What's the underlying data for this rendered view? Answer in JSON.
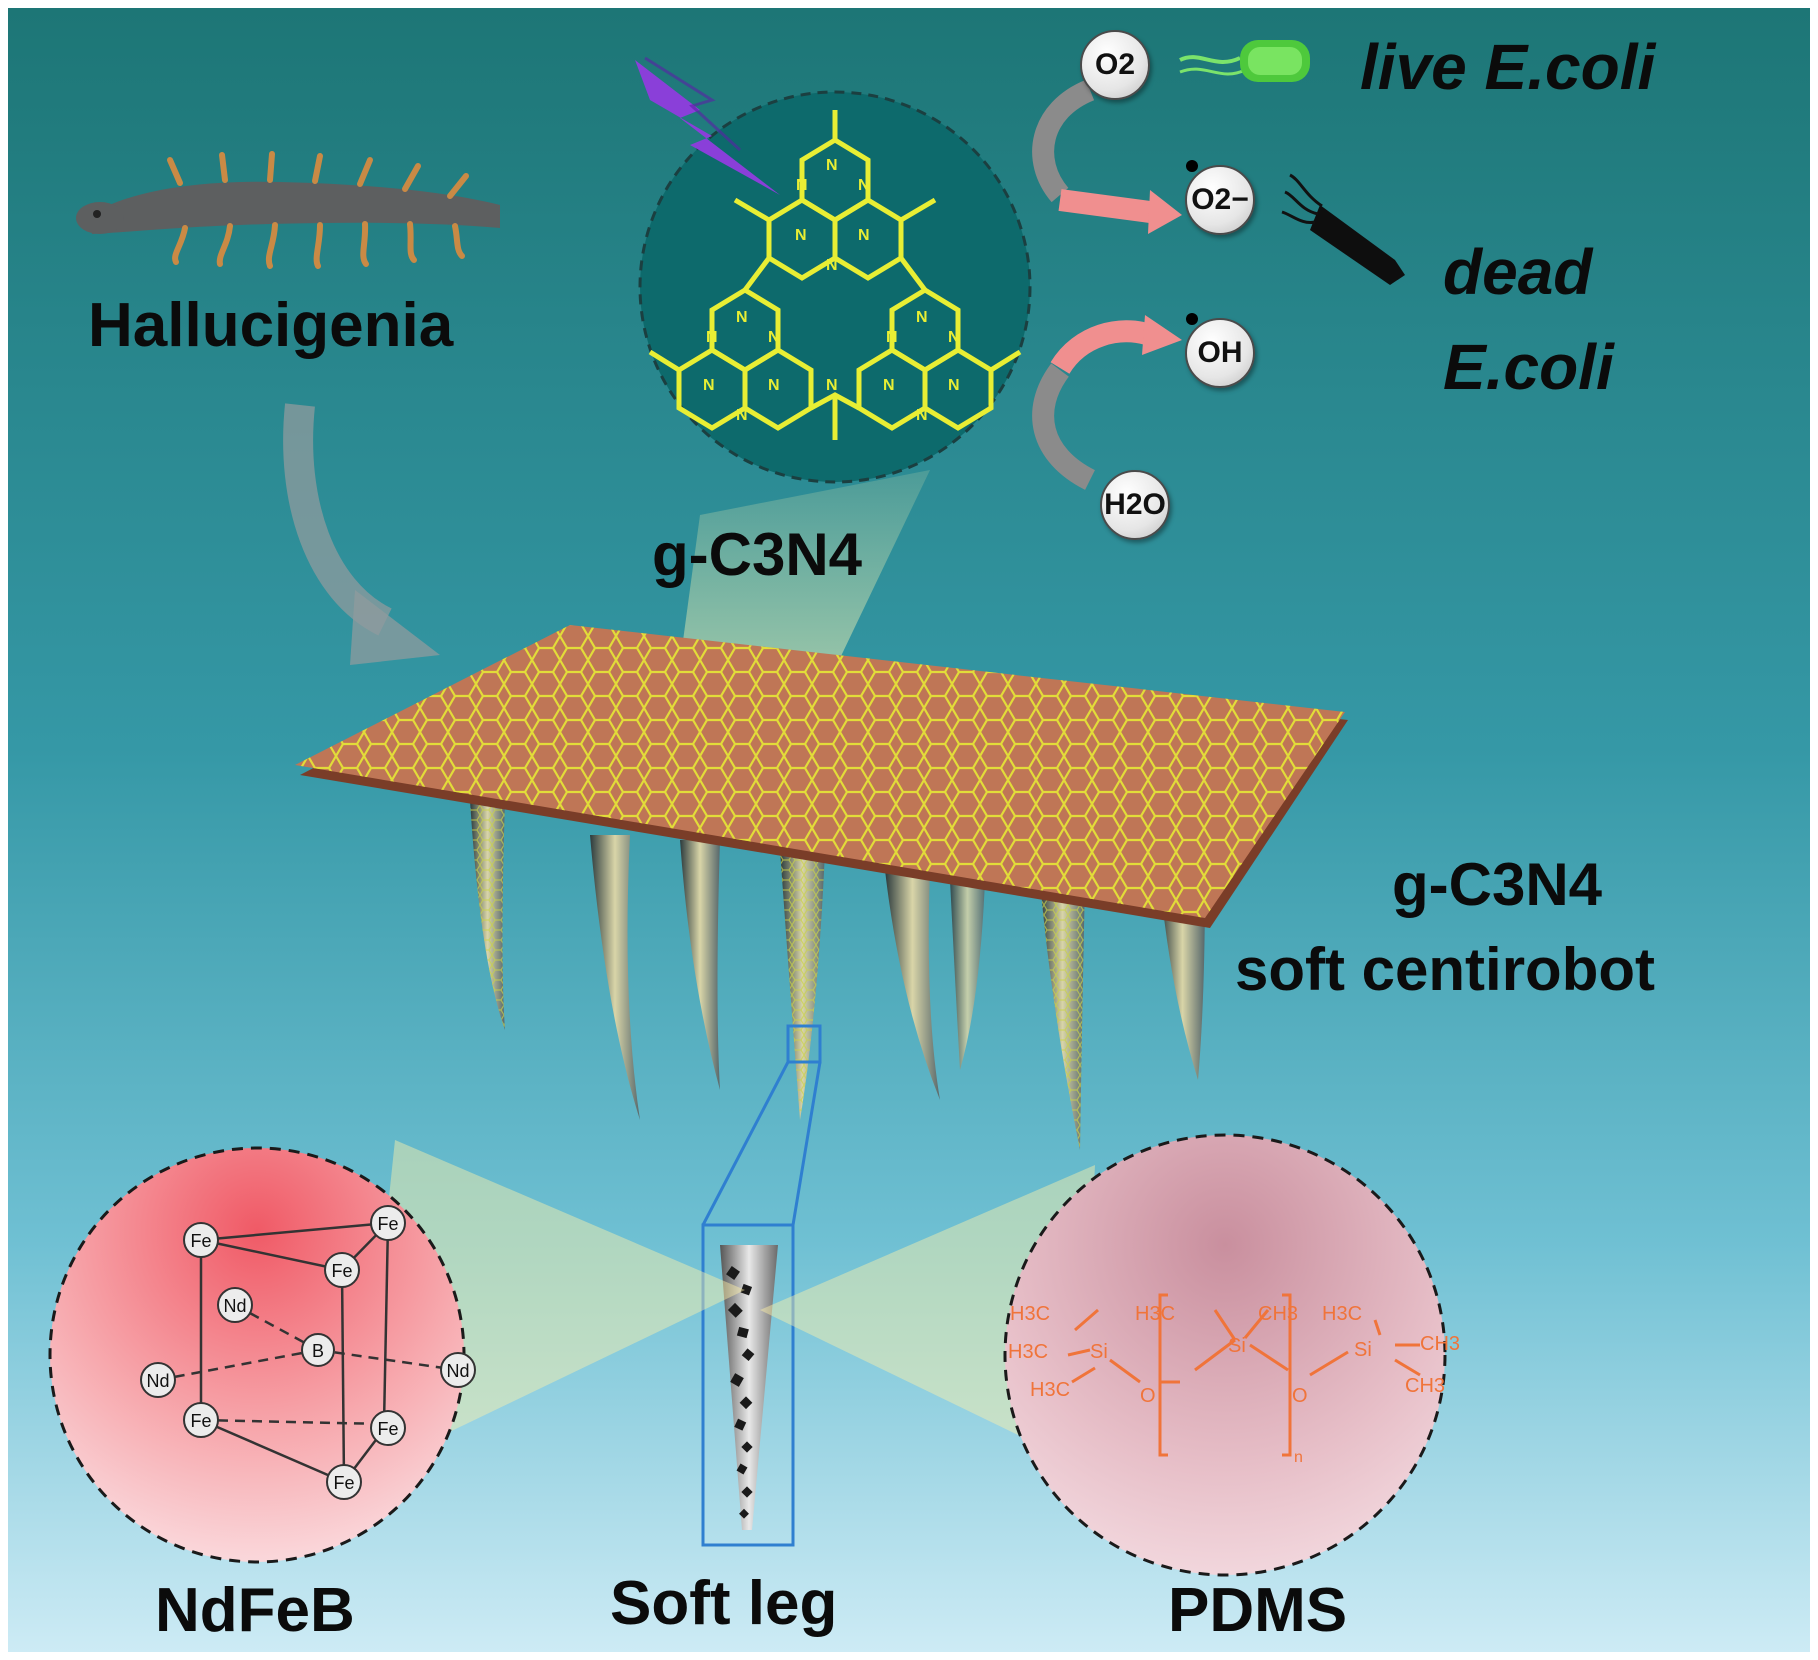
{
  "labels": {
    "organism": "Hallucigenia",
    "material_top": "g-C3N4",
    "robot_line1": "g-C3N4",
    "robot_line2": "soft centirobot",
    "live": "live E.coli",
    "dead_line1": "dead",
    "dead_line2": "E.coli",
    "ndfeb": "NdFeB",
    "soft_leg": "Soft leg",
    "pdms": "PDMS"
  },
  "species": {
    "o2": "O2",
    "superoxide": "O2−",
    "hydroxyl": "OH",
    "water": "H2O"
  },
  "ndfeb_atoms": [
    "Fe",
    "Fe",
    "Fe",
    "Nd",
    "B",
    "Nd",
    "Nd",
    "Fe",
    "Fe",
    "Fe"
  ],
  "pdms_structure": {
    "left_groups": [
      "H3C",
      "H3C",
      "H3C"
    ],
    "left_si": "Si",
    "bridge_o1": "O",
    "mid_groups": [
      "H3C",
      "CH3"
    ],
    "mid_si": "Si",
    "bridge_o2": "O",
    "repeat_index": "n",
    "right_groups": [
      "H3C",
      "CH3",
      "CH3"
    ],
    "right_si": "Si"
  },
  "colors": {
    "bg_top": "#1f7a7b",
    "bg_bottom": "#c4e6f2",
    "sheet": "#bd7354",
    "network": "#e8ee34",
    "lightning": "#8a3fd9",
    "pdms_text": "#f0743a",
    "leg_box": "#2f7fd0"
  }
}
